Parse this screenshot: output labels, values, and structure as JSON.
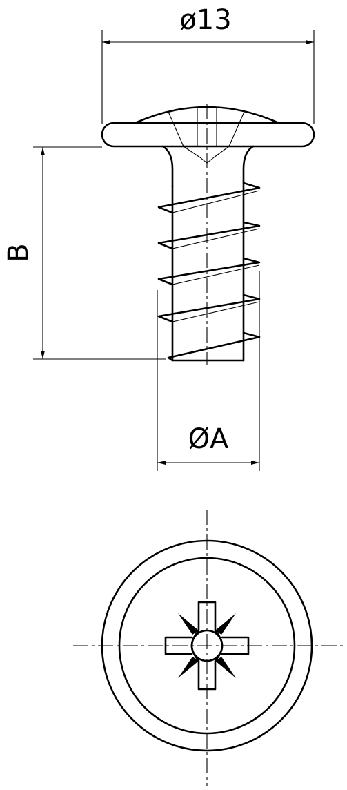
{
  "dimensions": {
    "head_diameter": "ø13",
    "length": "B",
    "thread_diameter": "ØA"
  },
  "colors": {
    "line": "#000000",
    "background": "#ffffff"
  }
}
